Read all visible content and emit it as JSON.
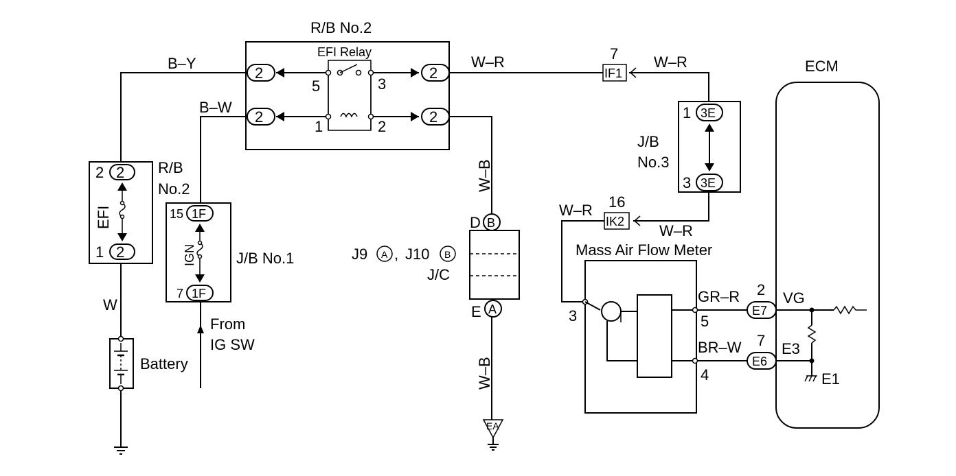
{
  "wires": {
    "b_y": "B–Y",
    "b_w": "B–W",
    "w_r": "W–R",
    "w_b": "W–B",
    "w": "W",
    "gr_r": "GR–R",
    "br_w": "BR–W"
  },
  "rb2_box": {
    "title": "R/B No.2",
    "relay_title": "EFI Relay",
    "conn": "2",
    "pins": [
      "5",
      "3",
      "1",
      "2"
    ]
  },
  "efi_fuse": {
    "name": "EFI",
    "conn": "2",
    "pin_top": "2",
    "pin_bottom": "1",
    "label_line1": "R/B",
    "label_line2": "No.2"
  },
  "ign_fuse": {
    "name": "IGN",
    "conn": "1F",
    "pin_top": "15",
    "pin_bottom": "7",
    "label": "J/B No.1"
  },
  "battery": {
    "label": "Battery"
  },
  "from_ig": {
    "line1": "From",
    "line2": "IG SW"
  },
  "jc": {
    "pin_top": "D",
    "conn_top": "B",
    "pin_bottom": "E",
    "conn_bottom": "A",
    "j9": "J9",
    "j9_conn": "A",
    "j10": "J10",
    "j10_conn": "B",
    "label": "J/C",
    "ground": "EA"
  },
  "if1": {
    "pin": "7",
    "code": "IF1"
  },
  "ik2": {
    "pin": "16",
    "code": "IK2"
  },
  "jb3": {
    "label_line1": "J/B",
    "label_line2": "No.3",
    "conn": "3E",
    "pin_top": "1",
    "pin_bottom": "3"
  },
  "maf": {
    "title": "Mass Air Flow Meter",
    "pin_left": "3",
    "pin_vg": "5",
    "pin_e": "4"
  },
  "ecm": {
    "title": "ECM",
    "e7": "E7",
    "e7_pin": "2",
    "e6": "E6",
    "e6_pin": "7",
    "vg": "VG",
    "e3": "E3",
    "e1": "E1"
  }
}
